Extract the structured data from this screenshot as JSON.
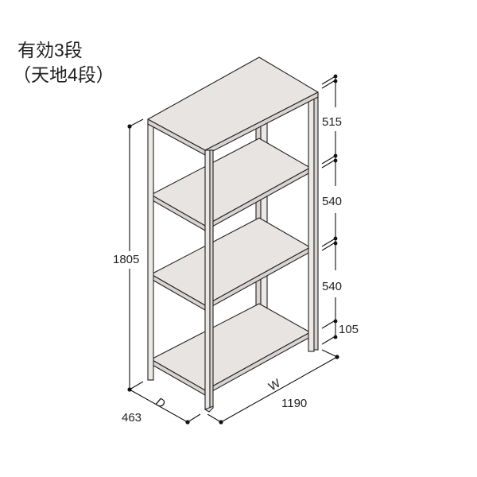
{
  "title": {
    "line1": "有効3段",
    "line2": "（天地4段）"
  },
  "dimensions": {
    "height_total": "1805",
    "depth_label": "D",
    "depth_value": "463",
    "width_label": "W",
    "width_value": "1190",
    "segments": [
      {
        "name": "top-gap",
        "value": "515"
      },
      {
        "name": "middle-upper-gap",
        "value": "540"
      },
      {
        "name": "middle-lower-gap",
        "value": "540"
      },
      {
        "name": "bottom-gap",
        "value": "105"
      }
    ]
  },
  "colors": {
    "shelf_fill": "#e8e4e2",
    "post_fill": "#ece8e6",
    "outline": "#222222",
    "background": "#ffffff"
  }
}
